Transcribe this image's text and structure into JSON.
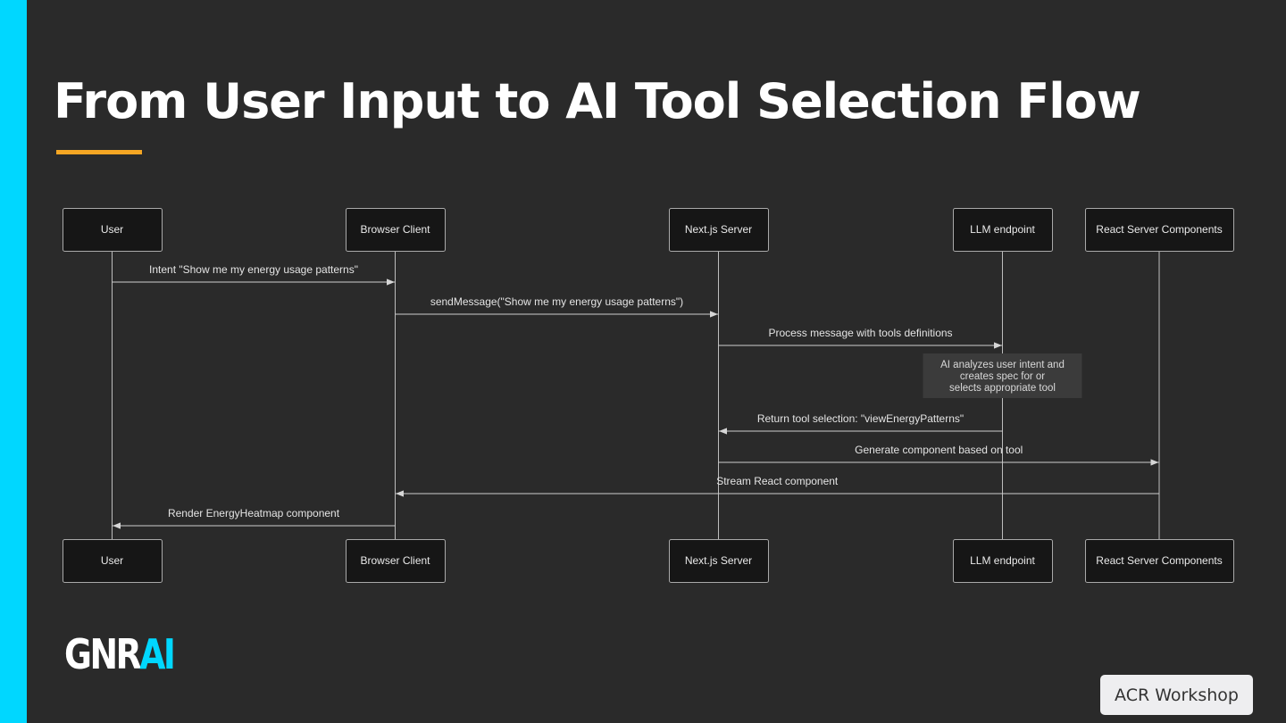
{
  "slide": {
    "title": "From User Input to AI Tool Selection Flow",
    "badge": "ACR Workshop",
    "logo": {
      "left": "GNR",
      "right": "AI"
    },
    "colors": {
      "background": "#2a2a2a",
      "accent": "#00d7ff",
      "underline": "#f5a623"
    }
  },
  "diagram": {
    "type": "sequence",
    "participants": [
      {
        "id": "user",
        "label": "User"
      },
      {
        "id": "browser",
        "label": "Browser Client"
      },
      {
        "id": "nextjs",
        "label": "Next.js Server"
      },
      {
        "id": "llm",
        "label": "LLM endpoint"
      },
      {
        "id": "rsc",
        "label": "React Server Components"
      }
    ],
    "messages": [
      {
        "from": "user",
        "to": "browser",
        "label": "Intent \"Show me my energy usage patterns\""
      },
      {
        "from": "browser",
        "to": "nextjs",
        "label": "sendMessage(\"Show me my energy usage patterns\")"
      },
      {
        "from": "nextjs",
        "to": "llm",
        "label": "Process message with tools definitions"
      },
      {
        "from": "llm",
        "to": "nextjs",
        "label": "Return tool selection: \"viewEnergyPatterns\""
      },
      {
        "from": "nextjs",
        "to": "rsc",
        "label": "Generate component based on tool"
      },
      {
        "from": "rsc",
        "to": "browser",
        "label": "Stream React component"
      },
      {
        "from": "browser",
        "to": "user",
        "label": "Render EnergyHeatmap component"
      }
    ],
    "note": {
      "over": "llm",
      "lines": [
        "AI analyzes user intent and",
        "creates spec for or",
        "selects appropriate tool"
      ]
    }
  }
}
